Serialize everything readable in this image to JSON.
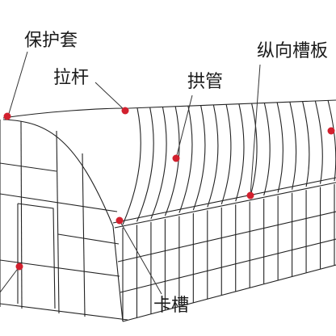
{
  "labels": {
    "protective_sleeve": "保护套",
    "tie_rod": "拉杆",
    "arch_pipe": "拱管",
    "longitudinal_channel": "纵向槽板",
    "clip_channel": "卡槽"
  },
  "colors": {
    "frame_line": "#222222",
    "leader_line": "#333333",
    "marker": "#d2202e"
  }
}
